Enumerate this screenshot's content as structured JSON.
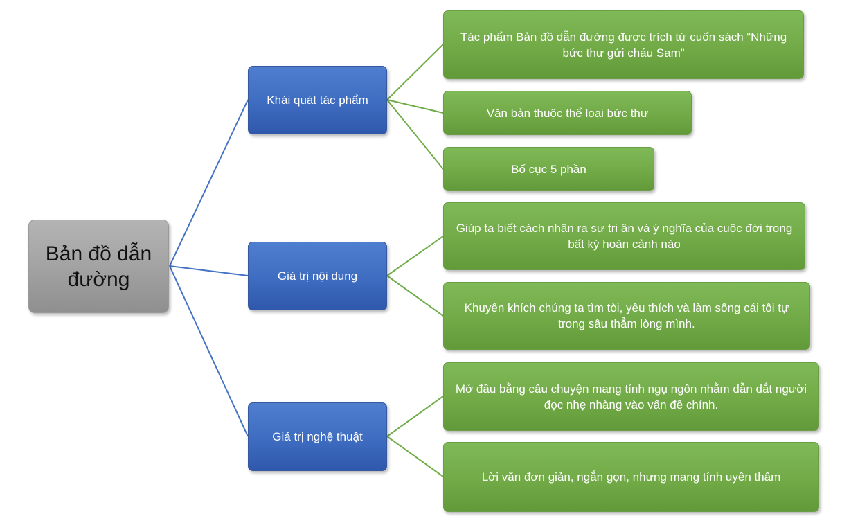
{
  "diagram": {
    "root": {
      "label": "Bản đồ dẫn đường"
    },
    "branches": [
      {
        "label": "Khái quát tác phẩm",
        "children": [
          "Tác phẩm Bản đồ dẫn đường được trích từ cuốn sách “Những bức thư gửi cháu Sam”",
          "Văn bản thuộc thể loại bức thư",
          "Bố cục 5 phần"
        ]
      },
      {
        "label": "Giá trị nội dung",
        "children": [
          "Giúp ta biết cách nhận ra sự tri ân và ý nghĩa của cuộc đời trong bất kỳ hoàn cảnh nào",
          "Khuyến khích chúng ta tìm tòi, yêu thích và làm sống cái tôi tự trong sâu thẳm lòng mình."
        ]
      },
      {
        "label": "Giá trị nghệ thuật",
        "children": [
          "Mở đầu bằng câu chuyện mang tính ngụ ngôn nhằm dẫn dắt người đọc nhẹ nhàng vào vấn đề chính.",
          "Lời văn đơn giản, ngắn gọn, nhưng mang tính uyên thâm"
        ]
      }
    ],
    "colors": {
      "root_fill": "#a6a6a6",
      "branch_fill": "#4472c4",
      "leaf_fill": "#70ad47",
      "root_connector": "#4472c4",
      "leaf_connector": "#70ad47"
    }
  }
}
